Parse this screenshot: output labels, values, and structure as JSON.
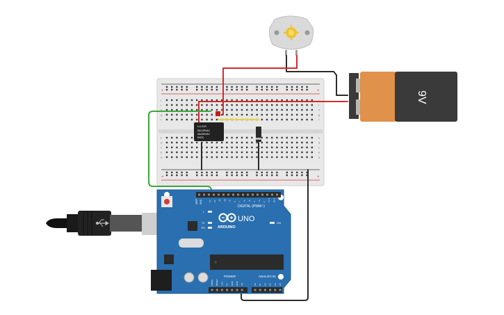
{
  "battery": {
    "label": "9V",
    "colors": {
      "body": "#3a3a3a",
      "cap": "#e0914a",
      "terminal": "#b9b9b9"
    }
  },
  "motor": {
    "colors": {
      "body": "#dcdcdc",
      "shaft": "#f2c230"
    }
  },
  "relay": {
    "lines": [
      "LU-5-R",
      "5A/125VAC",
      "3A/250VAC",
      "5VDC"
    ]
  },
  "arduino": {
    "brand": "ARDUINO",
    "model": "UNO",
    "digital_header_label": "DIGITAL (PWM~)",
    "power_label": "POWER",
    "analog_label": "ANALOG IN",
    "on_label": "ON",
    "tx_label": "TX",
    "rx_label": "RX",
    "l_label": "L",
    "aref_label": "AREF",
    "gnd_label": "GND",
    "digital_pins": [
      "13",
      "12",
      "~11",
      "~10",
      "~9",
      "8",
      "7",
      "~6",
      "~5",
      "4",
      "~3",
      "2",
      "TX 1",
      "RX 0"
    ],
    "power_pins": [
      "IOREF",
      "RESET",
      "3.3V",
      "5V",
      "GND",
      "GND",
      "Vin"
    ],
    "analog_pins": [
      "A0",
      "A1",
      "A2",
      "A3",
      "A4",
      "A5"
    ],
    "colors": {
      "board": "#2a6fb0",
      "header": "#2b2b2b"
    }
  },
  "breadboard": {
    "row_letters_top": [
      "j",
      "i",
      "h",
      "g",
      "f"
    ],
    "row_letters_bottom": [
      "e",
      "d",
      "c",
      "b",
      "a"
    ],
    "colors": {
      "body": "#e6e6e6",
      "rail_plus": "#d23b3b",
      "rail_minus": "#3b3b3b"
    }
  },
  "wires": {
    "colors": {
      "red": "#d02c2c",
      "black": "#2b2b2b",
      "green": "#3aa83a",
      "yellow": "#e9d33b"
    }
  }
}
